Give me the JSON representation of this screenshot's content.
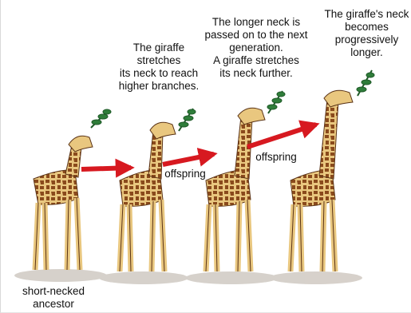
{
  "captions": {
    "stage2": "The giraffe\nstretches\nits neck to reach\nhigher branches.",
    "stage3": "The longer neck is\npassed on to the next\ngeneration.\nA giraffe stretches\nits neck further.",
    "stage4": "The giraffe's neck\nbecomes\nprogressively\nlonger.",
    "ancestor": "short-necked\nancestor",
    "offspring_1": "offspring",
    "offspring_2": "offspring"
  },
  "colors": {
    "arrow": "#d71920",
    "giraffe_body": "#e9c77f",
    "giraffe_spots": "#8a4a1c",
    "leaves": "#2f7d3a",
    "text": "#111111"
  }
}
